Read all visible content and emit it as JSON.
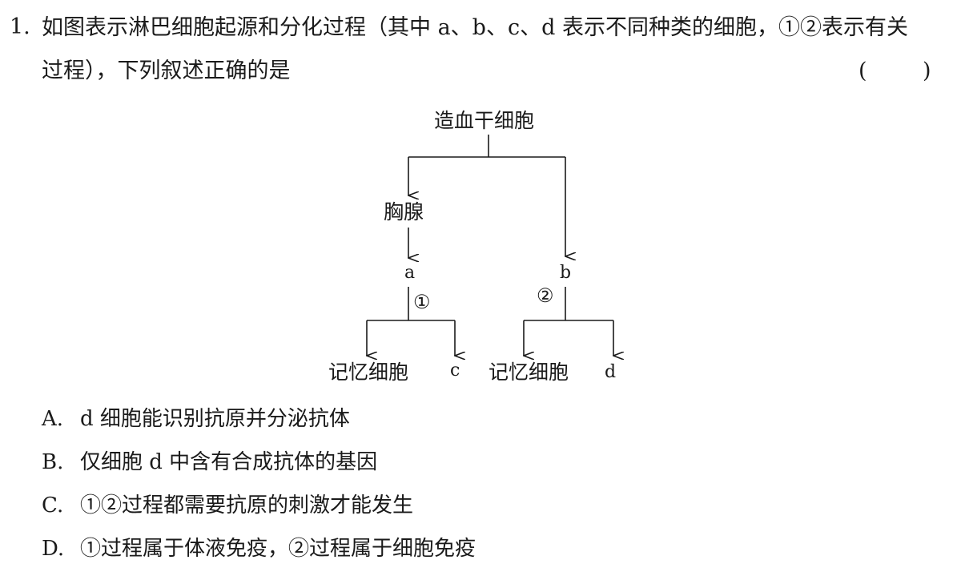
{
  "question": {
    "number": "1.",
    "text_line1": "如图表示淋巴细胞起源和分化过程（其中 a、b、c、d 表示不同种类的细胞，①②表示有关",
    "text_line2": "过程），下列叙述正确的是",
    "paren_open": "(",
    "paren_close": ")"
  },
  "diagram": {
    "root": "造血干细胞",
    "thymus": "胸腺",
    "cell_a": "a",
    "cell_b": "b",
    "process_1": "①",
    "process_2": "②",
    "memory_1": "记忆细胞",
    "cell_c": "c",
    "memory_2": "记忆细胞",
    "cell_d": "d"
  },
  "options": [
    {
      "label": "A.",
      "text": "d 细胞能识别抗原并分泌抗体"
    },
    {
      "label": "B.",
      "text": "仅细胞 d 中含有合成抗体的基因"
    },
    {
      "label": "C.",
      "text": "①②过程都需要抗原的刺激才能发生"
    },
    {
      "label": "D.",
      "text": "①过程属于体液免疫，②过程属于细胞免疫"
    }
  ]
}
